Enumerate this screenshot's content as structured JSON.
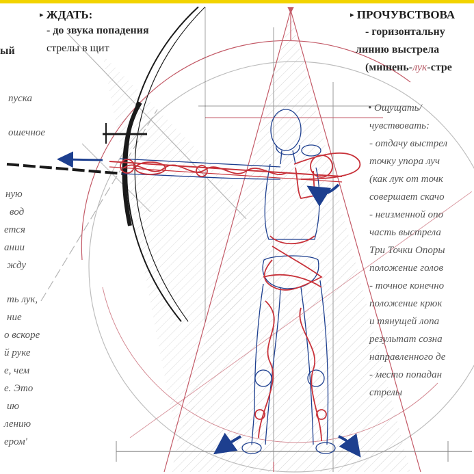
{
  "colors": {
    "red": "#c8323a",
    "pink": "#c35a67",
    "blue": "#1d3f8f",
    "black": "#1a1a1a",
    "gray": "#9a9a9a",
    "yellow_bar": "#f2d300"
  },
  "left_header": {
    "marker": "▸",
    "title": "ЖДАТЬ:",
    "line1": "- до звука попадения",
    "line2": "стрелы в щит"
  },
  "right_header": {
    "marker": "▸",
    "title": "ПРОЧУВСТВОВА",
    "line1": "- горизонтальну",
    "line2": "линию выстрела",
    "line3_a": "(мишень-",
    "line3_b": "лук",
    "line3_c": "-стре"
  },
  "left_fragments": [
    "ый",
    "пуска",
    "ошечное",
    "ную",
    "вод",
    "ется",
    "ании",
    "жду",
    "ть лук,",
    "ние",
    "о вскоре",
    "й руке",
    "е, чем",
    "е. Это",
    "ию",
    "лению",
    "ером'"
  ],
  "right_fragments": [
    "• Ощущать/",
    "чувствовать:",
    "- отдачу выстрел",
    "точку упора луч",
    "(как лук от точк",
    "совершает скачо",
    "- неизменной опо",
    "часть выстрела",
    "Три Точки Опоры",
    "положение голов",
    "- точное конечно",
    "положение крюк",
    "и тянущей лопа",
    "результат созна",
    "направленного де",
    "- место попадан",
    "стрелы"
  ]
}
